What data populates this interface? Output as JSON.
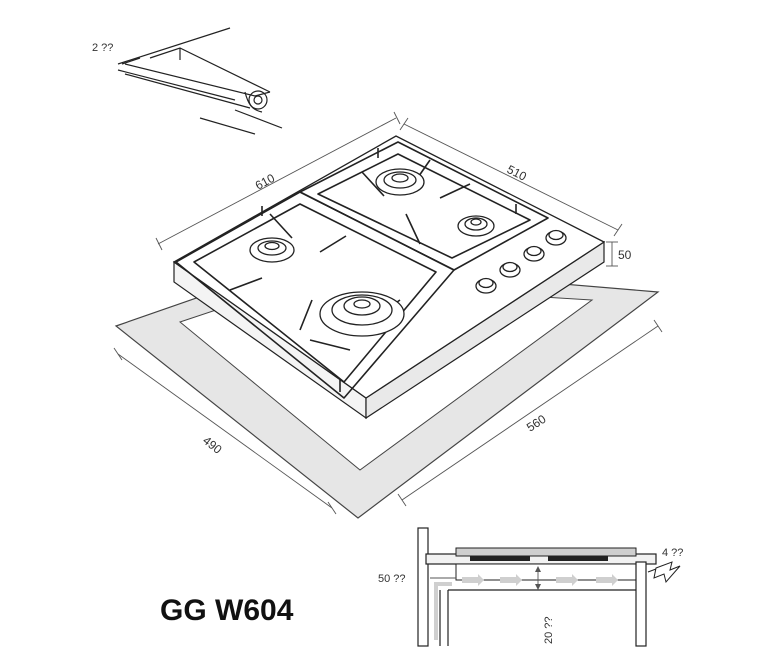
{
  "model": "GG W604",
  "dimensions": {
    "width": "610",
    "depth": "510",
    "height": "50",
    "cutout_width": "560",
    "cutout_depth": "490"
  },
  "seal_note": "2 ??",
  "install": {
    "side_gap": "50 ??",
    "bottom_gap": "20 ??",
    "edge_gap": "4 ??"
  }
}
